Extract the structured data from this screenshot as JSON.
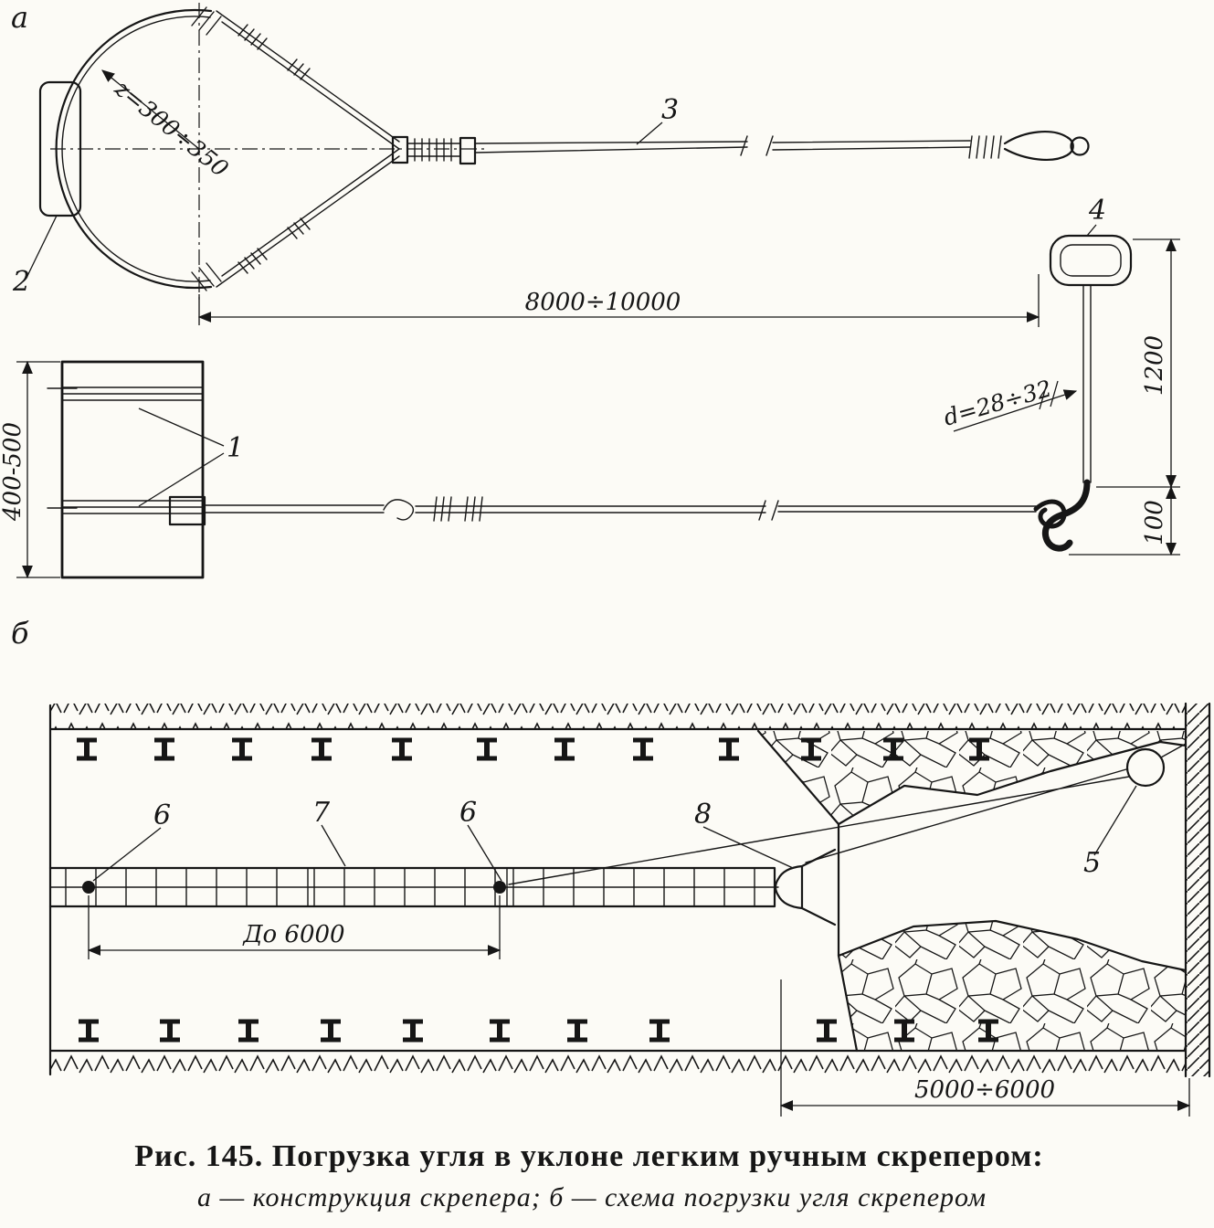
{
  "page": {
    "paper_color": "#fcfbf6",
    "ink_color": "#161616"
  },
  "labels": {
    "part_a": "а",
    "part_b": "б"
  },
  "part_a": {
    "radius_note": "z=300÷350",
    "rope_length_dim": "8000÷10000",
    "body_width_dim": "400-500",
    "handle_height_dim": "1200",
    "hook_offset_dim": "100",
    "rod_diameter_note": "d=28÷32",
    "callouts": {
      "runners": "1",
      "body": "2",
      "rope": "3",
      "handle": "4"
    }
  },
  "part_b": {
    "track_length_dim": "До 6000",
    "face_span_dim": "5000÷6000",
    "callouts": {
      "tail_block": "5",
      "block_left": "6",
      "block_mid": "6",
      "track": "7",
      "scraper": "8"
    }
  },
  "caption": {
    "title": "Рис. 145. Погрузка угля в уклоне легким ручным скрепером:",
    "subtitle": "а — конструкция скрепера; б — схема погрузки угля скрепером"
  }
}
